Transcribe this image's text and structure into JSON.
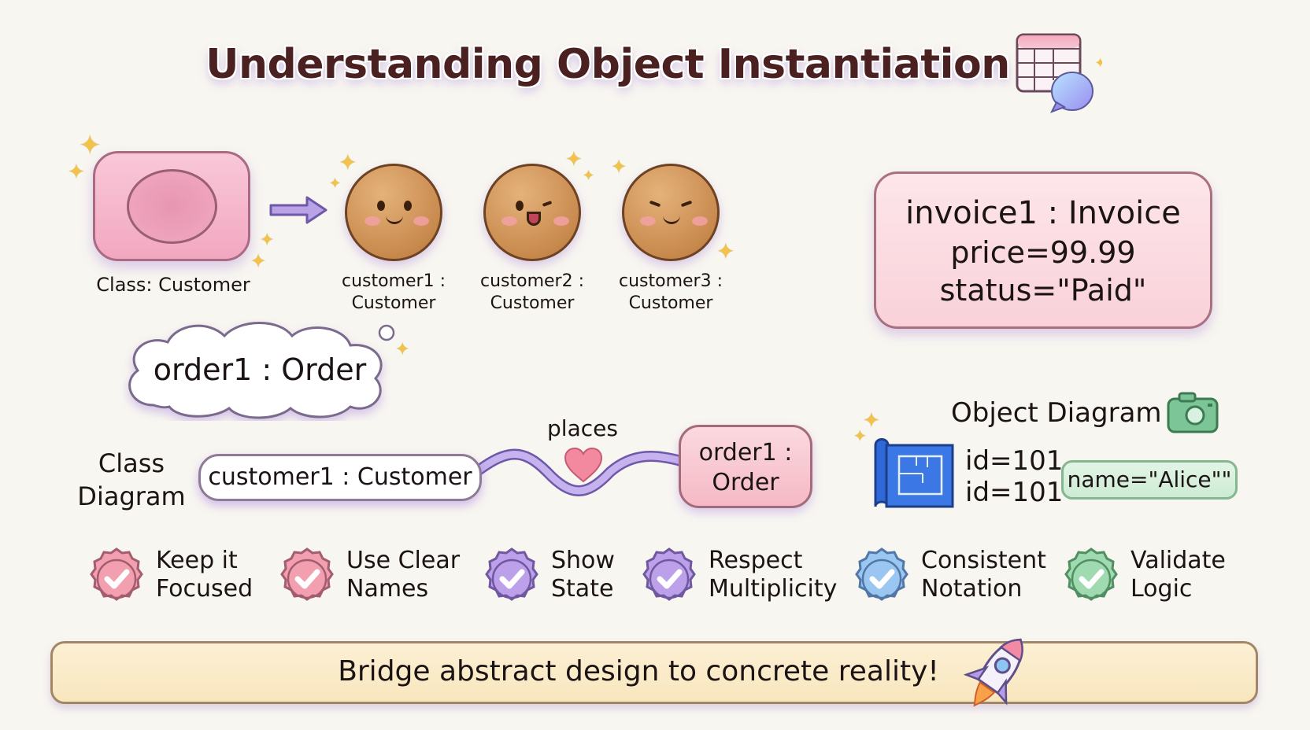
{
  "title": "Understanding Object Instantiation",
  "instantiation": {
    "class_label": "Class: Customer",
    "objects": [
      {
        "line1": "customer1 :",
        "line2": "Customer",
        "face": "smile-swirl"
      },
      {
        "line1": "customer2 :",
        "line2": "Customer",
        "face": "wink-open"
      },
      {
        "line1": "customer3 :",
        "line2": "Customer",
        "face": "squint-smile"
      }
    ]
  },
  "invoice": {
    "line1": "invoice1 : Invoice",
    "line2": "price=99.99",
    "line3": "status=\"Paid\""
  },
  "cloud": {
    "text": "order1 : Order"
  },
  "class_diagram": {
    "label_line1": "Class",
    "label_line2": "Diagram",
    "left_object": "customer1 : Customer",
    "relation": "places",
    "right_object_line1": "order1 :",
    "right_object_line2": "Order"
  },
  "object_diagram": {
    "title": "Object Diagram",
    "id_line1": "id=101",
    "id_line2": "id=101",
    "name_value": "name=\"Alice\"\""
  },
  "best_practices": [
    {
      "line1": "Keep it",
      "line2": "Focused",
      "color": "#f29fb0",
      "stroke": "#a35d6e"
    },
    {
      "line1": "Use Clear",
      "line2": "Names",
      "color": "#f29fb0",
      "stroke": "#a35d6e"
    },
    {
      "line1": "Show",
      "line2": "State",
      "color": "#bca0ea",
      "stroke": "#6f58a0"
    },
    {
      "line1": "Respect",
      "line2": "Multiplicity",
      "color": "#bca0ea",
      "stroke": "#6f58a0"
    },
    {
      "line1": "Consistent",
      "line2": "Notation",
      "color": "#9cc6f2",
      "stroke": "#4f77a8"
    },
    {
      "line1": "Validate",
      "line2": "Logic",
      "color": "#9fdab0",
      "stroke": "#4f8f62"
    }
  ],
  "banner": {
    "text": "Bridge abstract design to concrete reality!"
  },
  "colors": {
    "background": "#f8f6f1",
    "title": "#4a2020",
    "class_pink": "#f2a7c0",
    "connector_purple": "#b9a3e6",
    "banner": "#f8e6bd"
  }
}
